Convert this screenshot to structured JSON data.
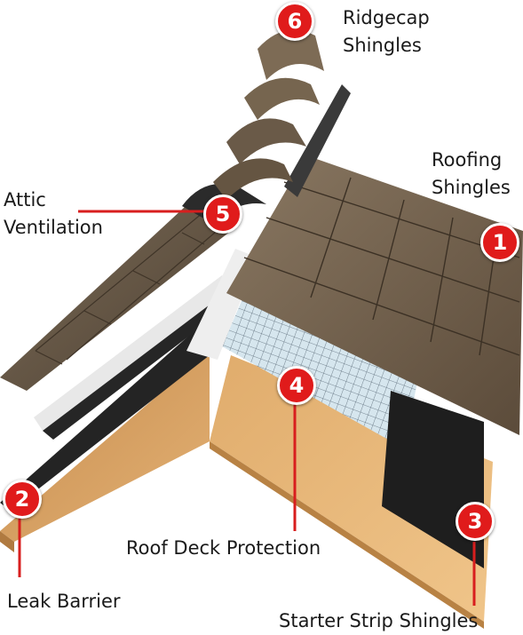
{
  "labels": {
    "ridgecap": [
      "Ridgecap",
      "Shingles"
    ],
    "roofing": [
      "Roofing",
      "Shingles"
    ],
    "attic": [
      "Attic",
      "Ventilation"
    ],
    "deck_protection": "Roof Deck Protection",
    "leak_barrier": "Leak Barrier",
    "starter_strip": "Starter Strip Shingles"
  },
  "badges": {
    "ridgecap": "6",
    "roofing": "1",
    "attic": "5",
    "deck_protection": "4",
    "leak_barrier": "2",
    "starter_strip": "3"
  },
  "colors": {
    "badge_red": "#e01b1b",
    "leader_red": "#d81e1e",
    "wood": "#d9a466",
    "shingle": "#6f5d48",
    "underlayment": "#2a2a2a",
    "mesh": "#cfe0e8"
  }
}
